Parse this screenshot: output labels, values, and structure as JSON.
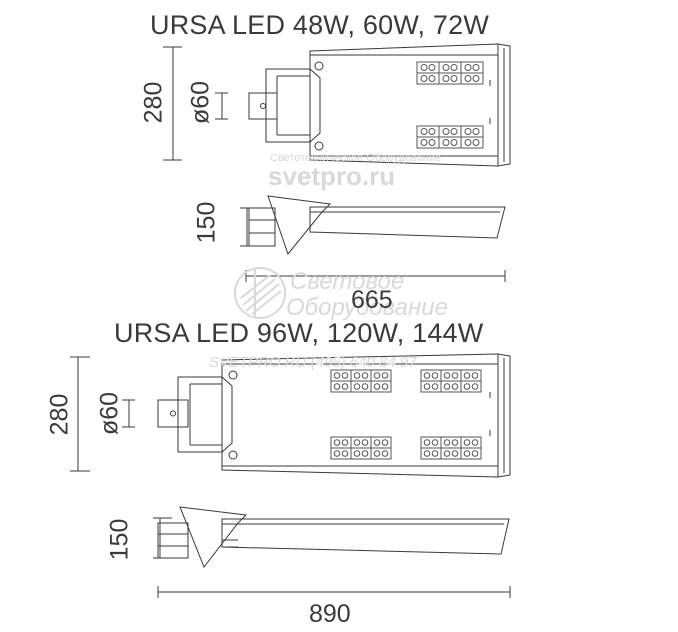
{
  "watermark": {
    "small_caption": "Светотехническое Оборудование",
    "site": "svetpro.ru",
    "big_line1": "Световое",
    "big_line2": "Оборудование",
    "contact": "SVETPRO.RU   (495) 640 84 97"
  },
  "top_fixture": {
    "title": "URSA LED 48W, 60W, 72W",
    "height_label": "280",
    "diameter_label": "ø60",
    "side_height_label": "150",
    "length_label": "665"
  },
  "bottom_fixture": {
    "title": "URSA LED 96W, 120W, 144W",
    "height_label": "280",
    "diameter_label": "ø60",
    "side_height_label": "150",
    "length_label": "890"
  },
  "colors": {
    "line": "#3a3a3a",
    "watermark": "#d9d9d9"
  }
}
